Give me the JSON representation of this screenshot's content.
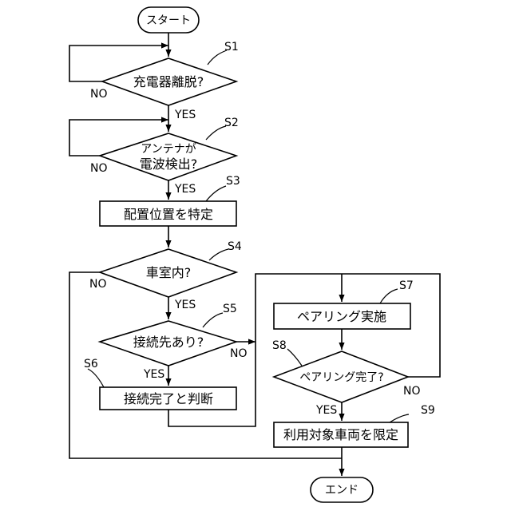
{
  "flow": {
    "start": "スタート",
    "end": "エンド",
    "s1": {
      "label": "充電器離脱?",
      "yes": "YES",
      "no": "NO"
    },
    "s2": {
      "label_line1": "アンテナが",
      "label_line2": "電波検出?",
      "yes": "YES",
      "no": "NO"
    },
    "s3": {
      "label": "配置位置を特定"
    },
    "s4": {
      "label": "車室内?",
      "yes": "YES",
      "no": "NO"
    },
    "s5": {
      "label": "接続先あり?",
      "yes": "YES",
      "no": "NO"
    },
    "s6": {
      "label": "接続完了と判断"
    },
    "s7": {
      "label": "ペアリング実施"
    },
    "s8": {
      "label": "ペアリング完了?",
      "yes": "YES",
      "no": "NO"
    },
    "s9": {
      "label": "利用対象車両を限定"
    }
  },
  "step_ids": {
    "s1": "S1",
    "s2": "S2",
    "s3": "S3",
    "s4": "S4",
    "s5": "S5",
    "s6": "S6",
    "s7": "S7",
    "s8": "S8",
    "s9": "S9"
  }
}
